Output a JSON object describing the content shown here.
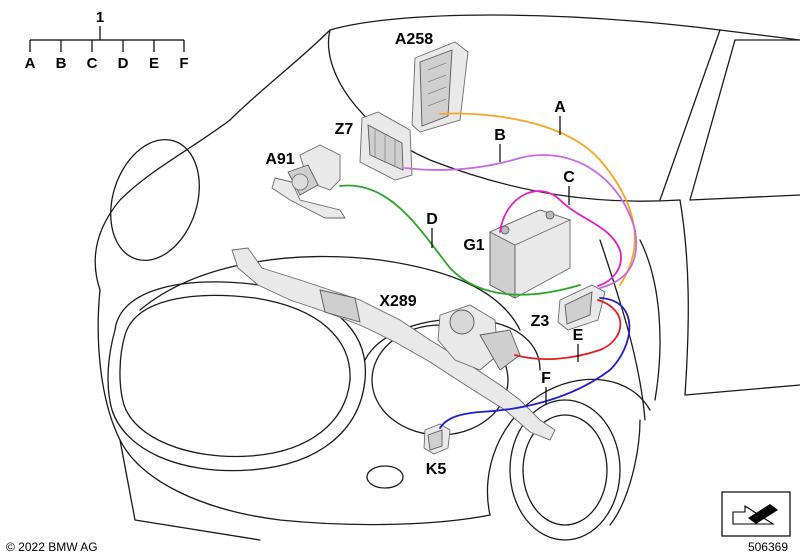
{
  "tree": {
    "root": "1",
    "leaves": [
      "A",
      "B",
      "C",
      "D",
      "E",
      "F"
    ]
  },
  "components": {
    "A258": "A258",
    "Z7": "Z7",
    "A91": "A91",
    "G1": "G1",
    "X289": "X289",
    "Z3": "Z3",
    "K5": "K5"
  },
  "cables": {
    "A": {
      "label": "A",
      "color": "#f5a623"
    },
    "B": {
      "label": "B",
      "color": "#c86be0"
    },
    "C": {
      "label": "C",
      "color": "#e020c0"
    },
    "D": {
      "label": "D",
      "color": "#2aa52a"
    },
    "E": {
      "label": "E",
      "color": "#e02020"
    },
    "F": {
      "label": "F",
      "color": "#2020c8"
    }
  },
  "footer": {
    "copyright": "© 2022 BMW AG",
    "diagram_number": "506369"
  },
  "icons": {
    "reference_icon": "arrow-in-box-icon"
  }
}
